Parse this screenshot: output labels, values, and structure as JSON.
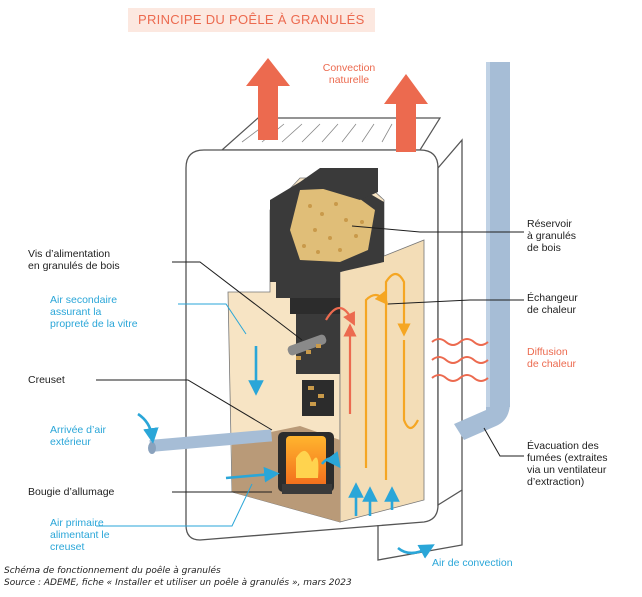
{
  "title": "PRINCIPE DU POÊLE À GRANULÉS",
  "labels": {
    "convection_naturelle": "Convection\nnaturelle",
    "reservoir": "Réservoir\nà granulés\nde bois",
    "vis": "Vis d’alimentation\nen granulés de bois",
    "air_secondaire": "Air secondaire\nassurant la\npropreté de la vitre",
    "echangeur": "Échangeur\nde chaleur",
    "diffusion": "Diffusion\nde chaleur",
    "creuset": "Creuset",
    "arrivee_air": "Arrivée d’air\nextérieur",
    "evacuation": "Évacuation des\nfumées (extraites\nvia un ventilateur\nd’extraction)",
    "bougie": "Bougie d’allumage",
    "air_primaire": "Air primaire\nalimentant le\ncreuset",
    "air_convection": "Air de convection"
  },
  "caption": {
    "line1": "Schéma de fonctionnement du poêle à granulés",
    "line2": "Source : ADEME, fiche « Installer et utiliser un poêle à granulés », mars 2023"
  },
  "colors": {
    "title_bg": "#fce8e0",
    "accent_orange": "#ec6a4f",
    "accent_blue": "#2aa6d8",
    "pipe_blue": "#a6bdd6",
    "cream": "#f7e4c4",
    "dark_gray": "#3a3a3a"
  }
}
